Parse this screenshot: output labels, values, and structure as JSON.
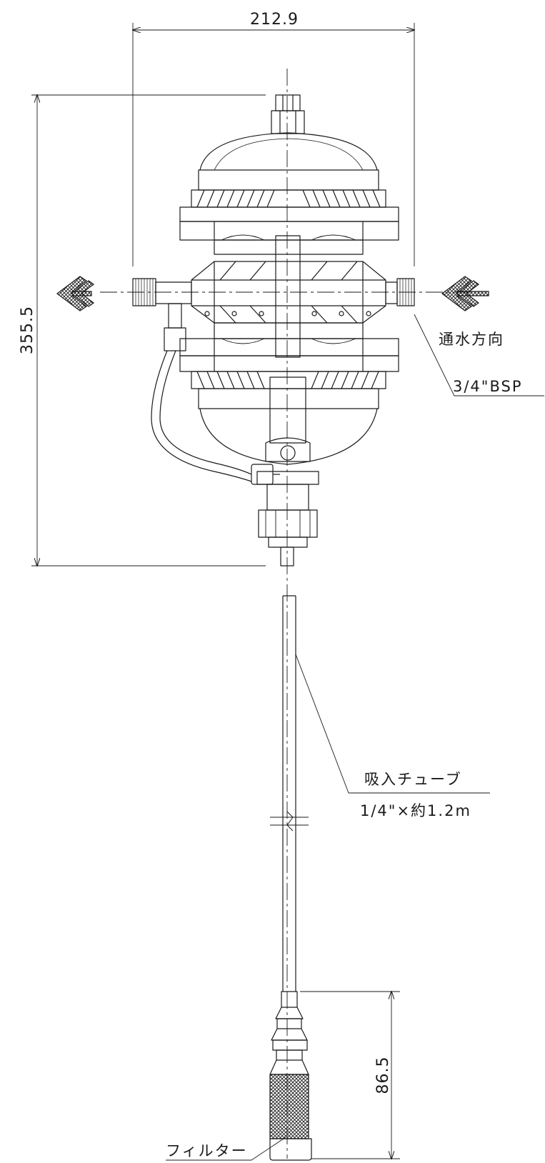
{
  "dimensions": {
    "overall_width": "212.9",
    "overall_height": "355.5",
    "filter_length": "86.5"
  },
  "labels": {
    "flow_direction": "通水方向",
    "thread_size": "3/4\"BSP",
    "suction_tube_name": "吸入チューブ",
    "suction_tube_spec": "1/4\"×約1.2m",
    "filter": "フィルター"
  },
  "icons": {
    "flow_arrow": "hatched-double-chevron-left"
  }
}
